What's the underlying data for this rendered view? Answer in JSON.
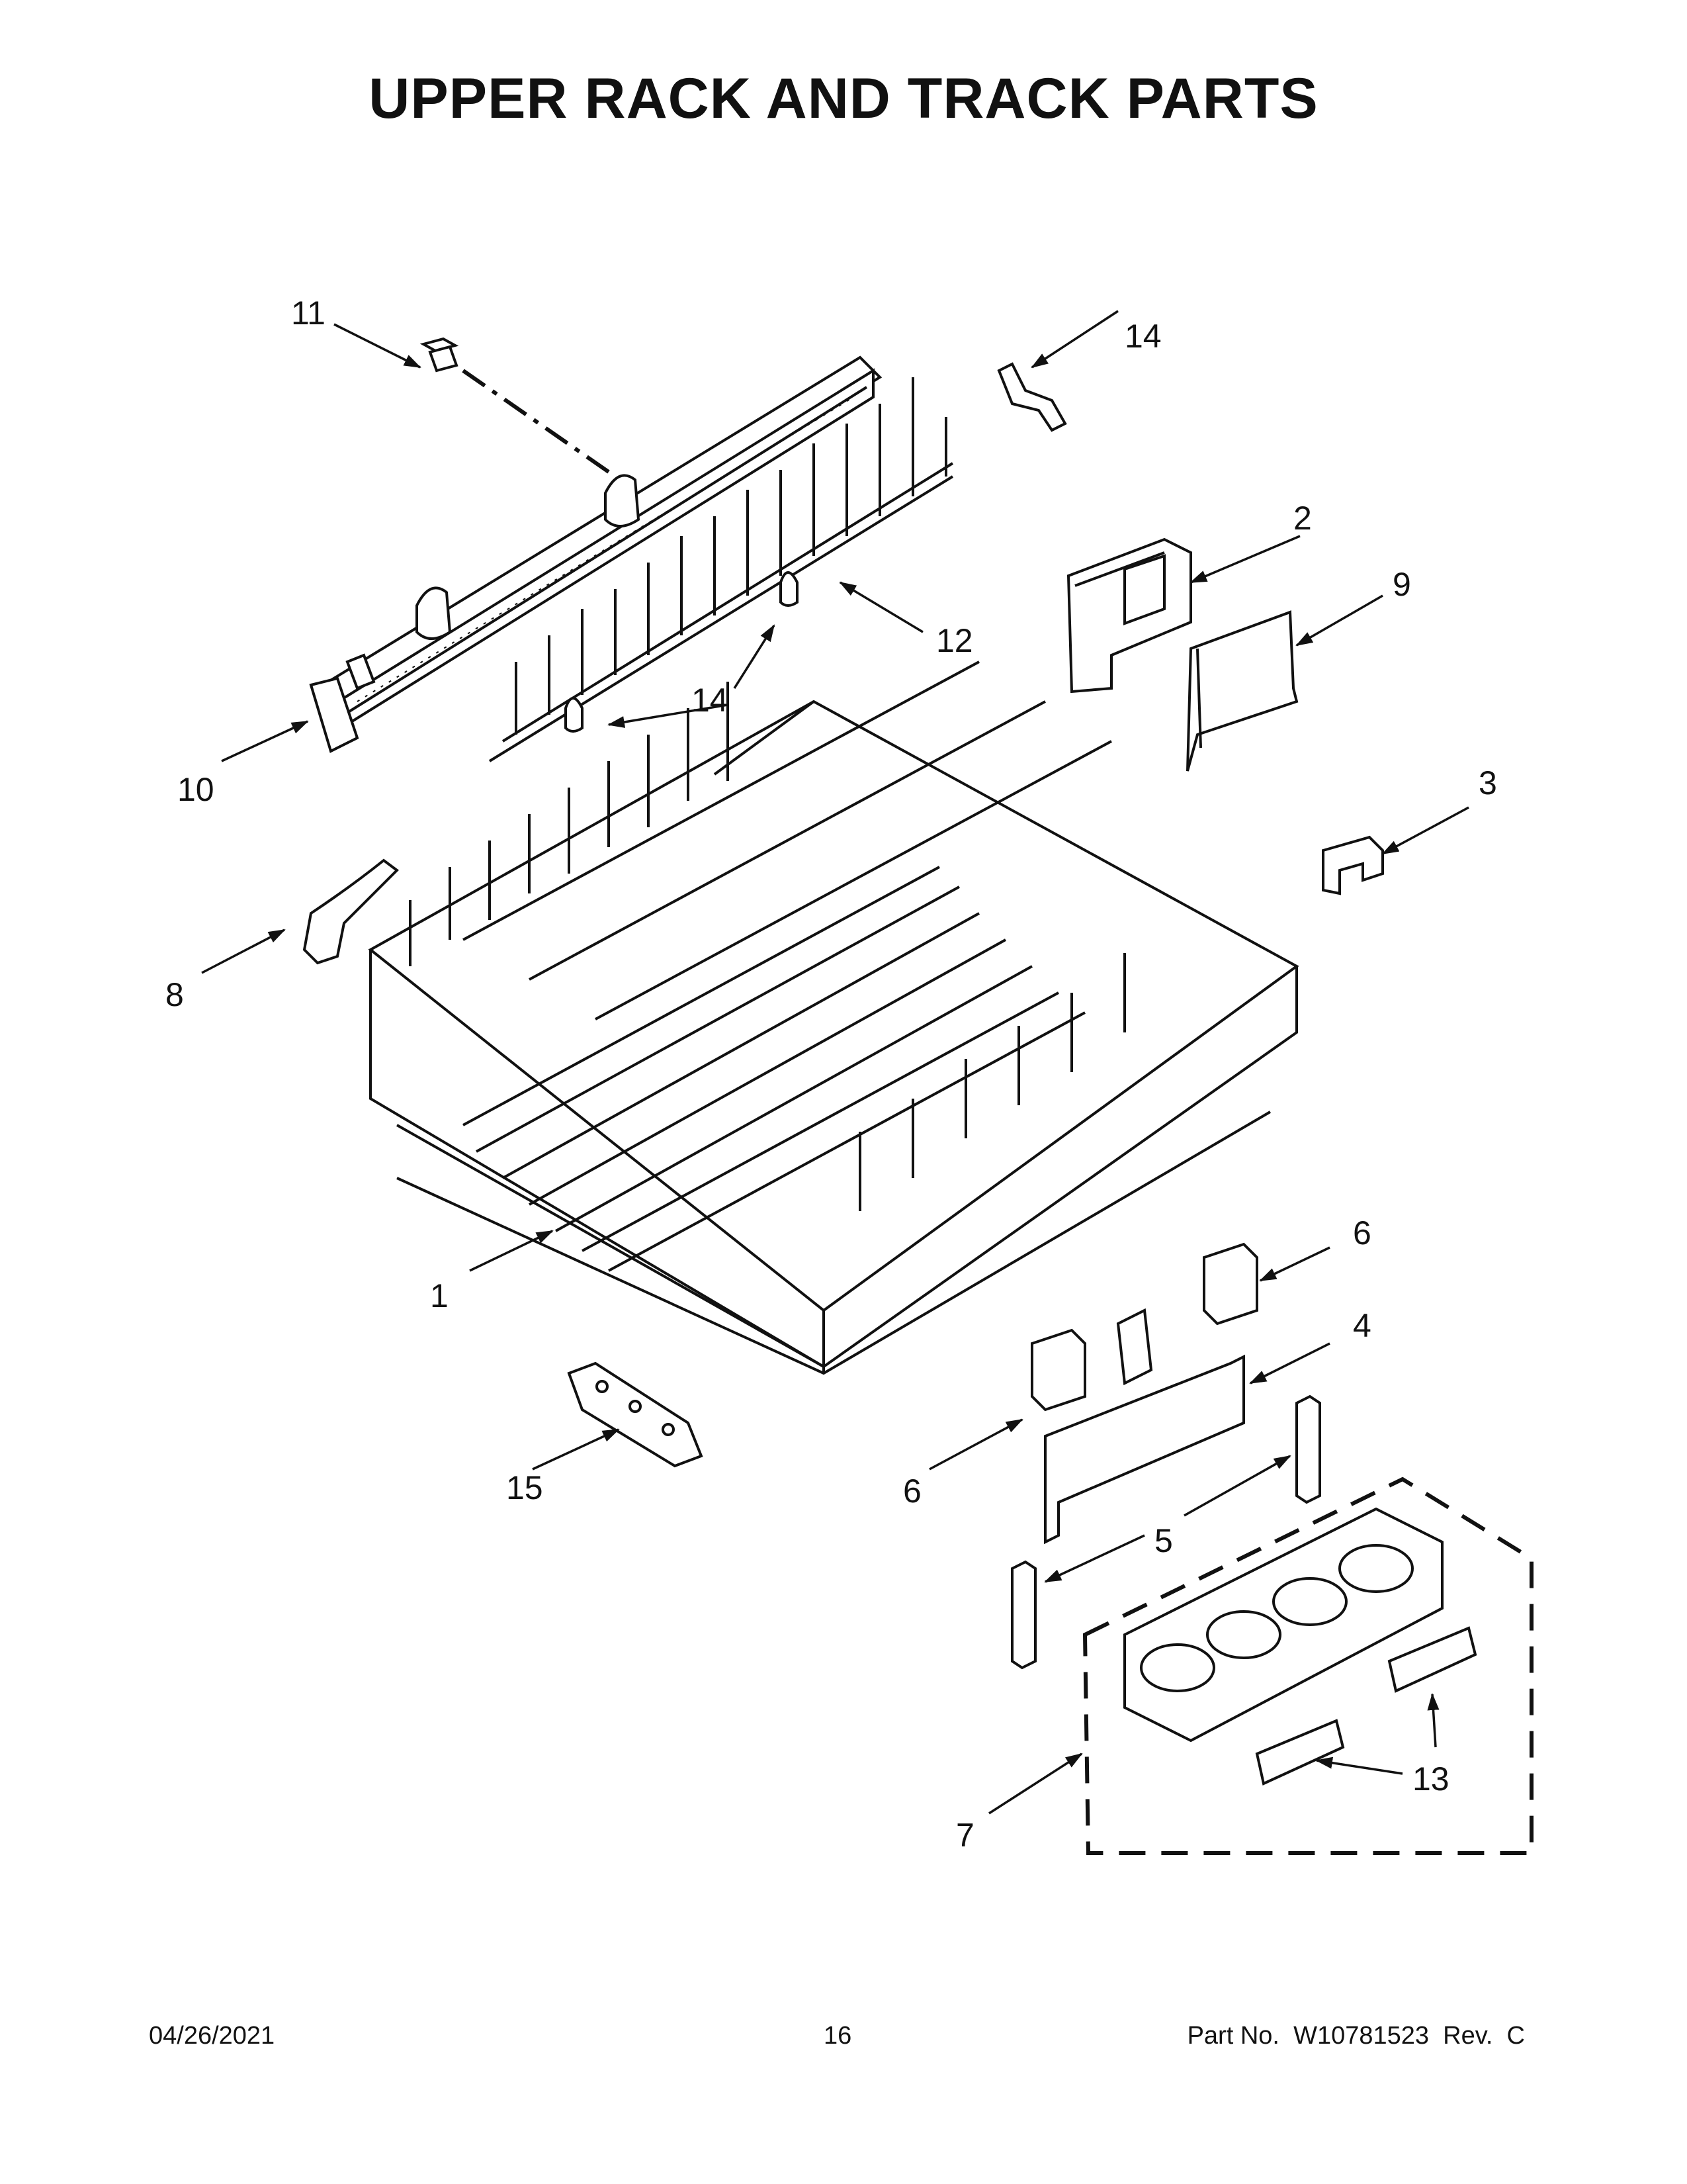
{
  "title": "UPPER RACK AND TRACK PARTS",
  "callouts": {
    "c1": "1",
    "c2": "2",
    "c3": "3",
    "c4": "4",
    "c5": "5",
    "c6a": "6",
    "c6b": "6",
    "c7": "7",
    "c8": "8",
    "c9": "9",
    "c10": "10",
    "c11": "11",
    "c12": "12",
    "c13": "13",
    "c14a": "14",
    "c14b": "14",
    "c15": "15"
  },
  "footer": {
    "date": "04/26/2021",
    "page": "16",
    "part_no": "Part No.  W10781523  Rev.  C"
  }
}
